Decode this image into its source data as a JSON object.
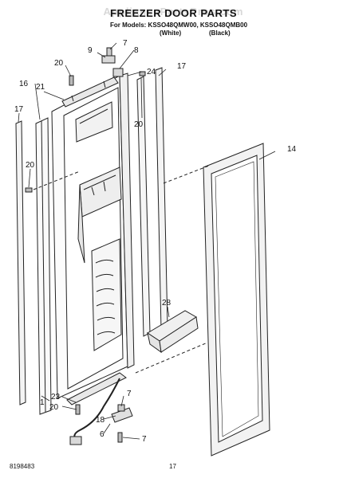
{
  "header": {
    "watermark": "AppliancePartsPros.com",
    "title": "FREEZER DOOR PARTS",
    "models_line": "For Models: KSSO48QMW00, KSSO48QMB00",
    "color_white": "(White)",
    "color_black": "(Black)"
  },
  "callouts": {
    "c7_top": "7",
    "c9": "9",
    "c8": "8",
    "c24": "24",
    "c20_a": "20",
    "c17_right": "17",
    "c16": "16",
    "c21": "21",
    "c17_left": "17",
    "c20_b": "20",
    "c20_c": "20",
    "c14": "14",
    "c28": "28",
    "c23": "23",
    "c1": "1",
    "c20_d": "20",
    "c7_mid": "7",
    "c18": "18",
    "c6": "6",
    "c7_bottom": "7"
  },
  "footer": {
    "doc_number": "8198483",
    "page_number": "17"
  }
}
